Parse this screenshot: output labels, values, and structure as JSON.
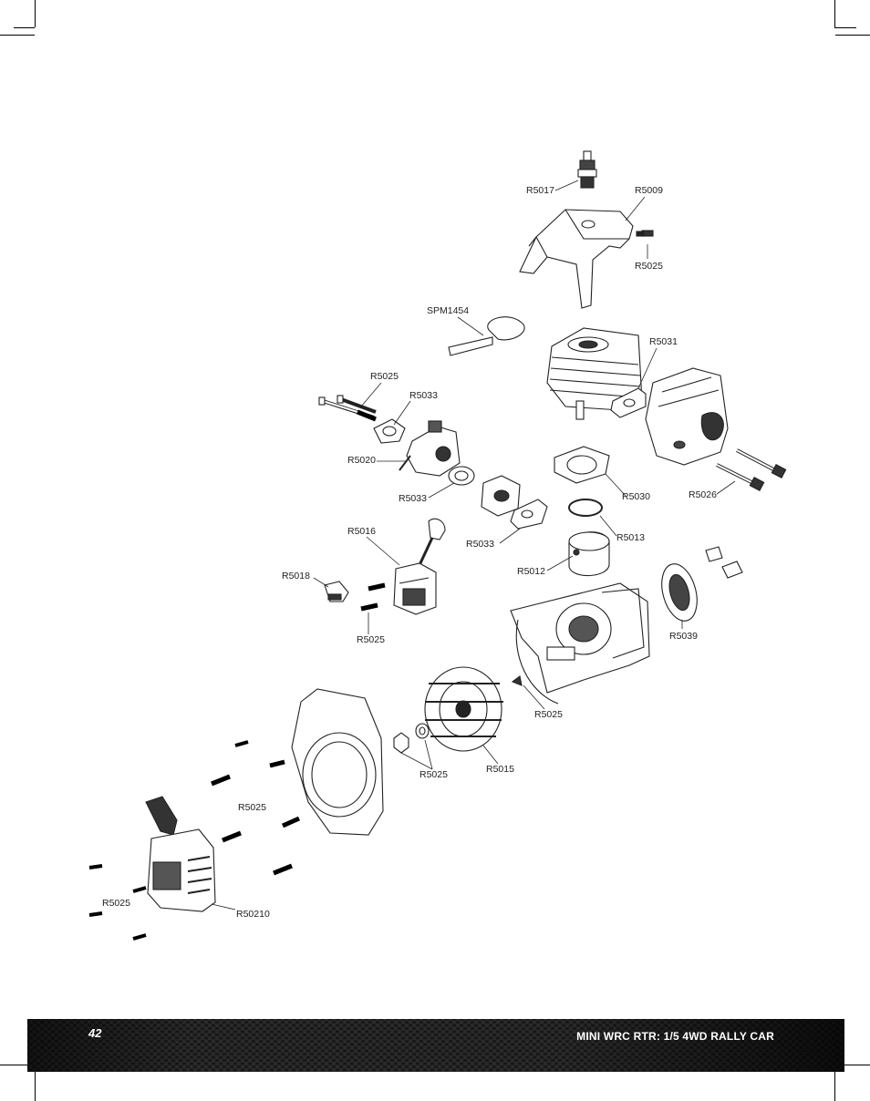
{
  "footer": {
    "page_number": "42",
    "title": "MINI WRC RTR: 1/5 4WD RALLY CAR"
  },
  "labels": {
    "spark_plug": "R5017",
    "shroud": "R5009",
    "shroud_screw": "R5025",
    "spm": "SPM1454",
    "muffler_gasket": "R5031",
    "intake_bolts": "R5025",
    "carb_gasket": "R5033",
    "carburetor": "R5020",
    "insulator_gasket": "R5033",
    "base_gasket": "R5030",
    "muffler_bolts": "R5026",
    "piston_ring": "R5013",
    "ignition_coil": "R5016",
    "intake_gasket": "R5033",
    "piston": "R5012",
    "plug_boot": "R5018",
    "coil_screws": "R5025",
    "clutch": "R5039",
    "woodruff_key": "R5025",
    "nut_washer": "R5025",
    "flywheel": "R5015",
    "cover_screws": "R5025",
    "recoil_screws": "R5025",
    "recoil_starter": "R50210"
  }
}
